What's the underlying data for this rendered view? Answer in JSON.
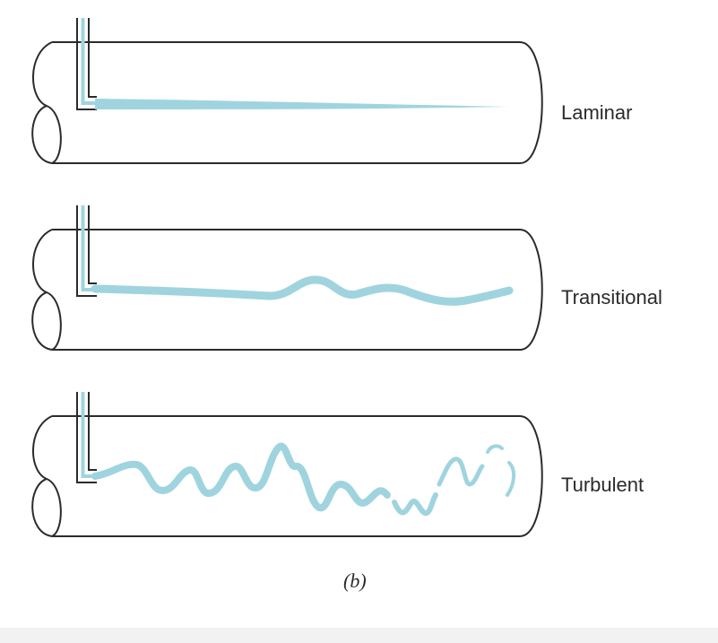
{
  "figure": {
    "caption": "(b)",
    "dye_color": "#9fd4df",
    "outline_color": "#2b2b2b",
    "pipes": [
      {
        "label": "Laminar"
      },
      {
        "label": "Transitional"
      },
      {
        "label": "Turbulent"
      }
    ]
  }
}
